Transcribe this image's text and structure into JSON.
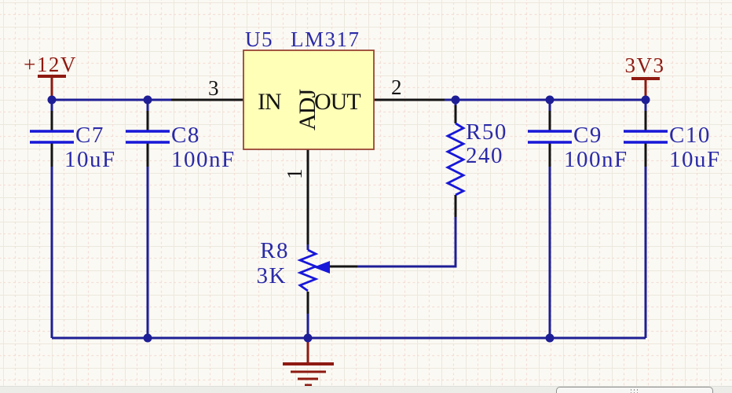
{
  "colors": {
    "background": "#FBF9F3",
    "grid_solid": "#ECE8DE",
    "grid_dashed": "#F3DFD7",
    "wire": "#1E1E96",
    "component": "#1717D8",
    "text_blue": "#2A2AA8",
    "pin_black": "#141414",
    "power_red": "#8E1A12",
    "ic_fill": "#FFFFB8",
    "ic_border": "#9A4434"
  },
  "schematic": {
    "ic": {
      "designator": "U5",
      "part": "LM317",
      "pin_in_name": "IN",
      "pin_out_name": "OUT",
      "pin_adj_name": "ADJ",
      "pin_in_number": "3",
      "pin_out_number": "2",
      "pin_adj_number": "1"
    },
    "power": {
      "input_label": "+12V",
      "output_label": "3V3"
    },
    "capacitors": [
      {
        "ref": "C7",
        "value": "10uF"
      },
      {
        "ref": "C8",
        "value": "100nF"
      },
      {
        "ref": "C9",
        "value": "100nF"
      },
      {
        "ref": "C10",
        "value": "10uF"
      }
    ],
    "resistors": [
      {
        "ref": "R50",
        "value": "240"
      },
      {
        "ref": "R8",
        "value": "3K"
      }
    ]
  },
  "window": {
    "bottom_scroll_grip_icon": "grip-dots"
  }
}
